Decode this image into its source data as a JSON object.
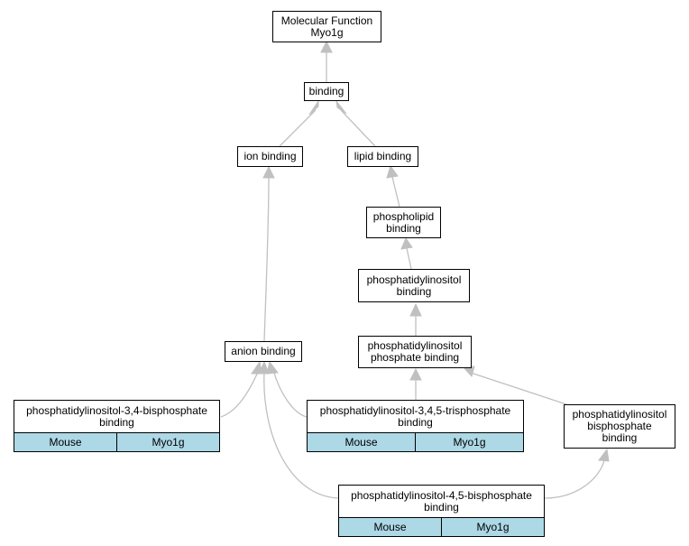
{
  "nodes": {
    "root": "Molecular Function\nMyo1g",
    "binding": "binding",
    "ion_binding": "ion binding",
    "lipid_binding": "lipid binding",
    "phospholipid_binding": "phospholipid\nbinding",
    "pi_binding": "phosphatidylinositol\nbinding",
    "pip_binding": "phosphatidylinositol\nphosphate binding",
    "anion_binding": "anion binding",
    "pi_bisphosphate_binding": "phosphatidylinositol\nbisphosphate\nbinding"
  },
  "annotated": {
    "pi34": {
      "label": "phosphatidylinositol-3,4-bisphosphate\nbinding",
      "species": "Mouse",
      "gene": "Myo1g"
    },
    "pi345": {
      "label": "phosphatidylinositol-3,4,5-trisphosphate\nbinding",
      "species": "Mouse",
      "gene": "Myo1g"
    },
    "pi45": {
      "label": "phosphatidylinositol-4,5-bisphosphate\nbinding",
      "species": "Mouse",
      "gene": "Myo1g"
    }
  },
  "colors": {
    "edge": "#c0c0c0",
    "annotation_fill": "#add8e6"
  }
}
